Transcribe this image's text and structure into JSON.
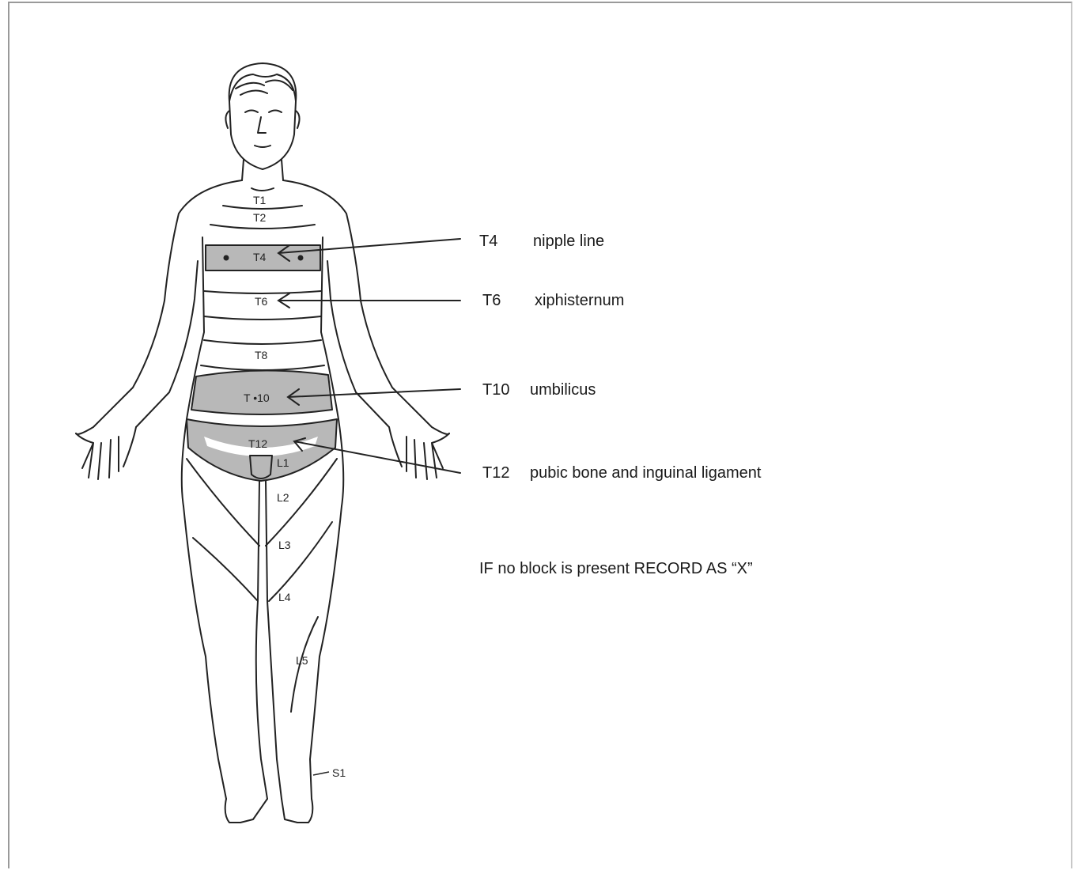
{
  "figure_labels": {
    "t1": "T1",
    "t2": "T2",
    "t4": "T4",
    "t6": "T6",
    "t8": "T8",
    "t10": "T •10",
    "t12": "T12",
    "l1": "L1",
    "l2": "L2",
    "l3": "L3",
    "l4": "L4",
    "l5": "L5",
    "s1": "S1"
  },
  "annotations": [
    {
      "code": "T4",
      "description": "nipple line"
    },
    {
      "code": "T6",
      "description": "xiphisternum"
    },
    {
      "code": "T10",
      "description": "umbilicus"
    },
    {
      "code": "T12",
      "description": "pubic bone and inguinal ligament"
    }
  ],
  "note": "IF no block is present RECORD AS “X”",
  "colors": {
    "band_shade": "#b8b8b8",
    "line": "#222222"
  }
}
